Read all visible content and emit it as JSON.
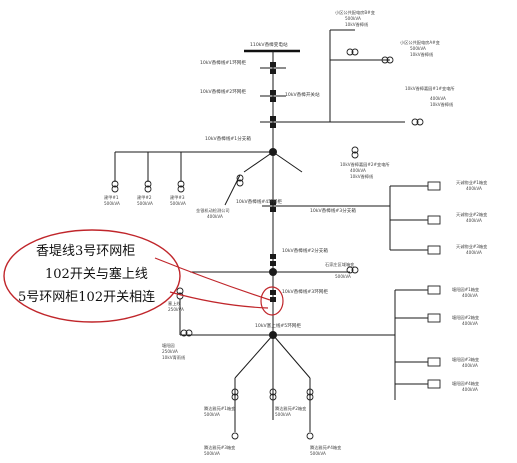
{
  "labels": {
    "substation_bus": "110kV香樟变电站",
    "ring1": "10kV香樟线#1环网柜",
    "ring2": "10kV香樟线#2环网柜",
    "open_station": "10kV香樟开关站",
    "branch1": "10kV香樟线#1分支箱",
    "ring3": "10kV香樟线#3环网柜",
    "ring4": "10kV香樟线#4环网柜",
    "branch2": "10kV香樟线#2分支箱",
    "branch3": "10kV香樟线#3分支箱",
    "ring5": "10kV塞上线#5环网柜",
    "xiaoqu_b": "小区公共配电房B#变",
    "xiaoqu_a": "小区公共配电房A#变",
    "xiaoqu_cap": "500kVA",
    "xiaoqu_line": "10kV香樟线",
    "jiyuan_tail": "10kV香樟线",
    "jiayuan1": "10kV香樟嘉园#1#变电所",
    "jiayuan2": "10kV香樟嘉园#2#变电所",
    "jiayuan_line": "10kV香樟线",
    "jiayuan_line2": "10kV香樟线",
    "jiayuan_cap": "400kVA",
    "tiancheng1": "天诚物业#1箱变",
    "tiancheng2": "天诚物业#2箱变",
    "tiancheng3": "天诚物业#3箱变",
    "tiancheng_cap": "400kVA",
    "jianjia1": "建甲#1",
    "jianjia2": "建甲#2",
    "jianjia3": "建甲#3",
    "jianjia_cap": "500kVA",
    "jinyin": "金银机动检测公司",
    "jinyin_cap": "400kVA",
    "shijiazhuang": "石家庄区域箱变",
    "shijiazhuang_cap": "500kVA",
    "saishang": "塞上线",
    "saishang_cap": "250kVA",
    "tangyang": "塘阳园",
    "tangyang_cap": "250kVA",
    "tangyang_line": "10kV青雨线",
    "tanghe1": "塘阳园#1箱变",
    "tanghe2": "塘阳园#2箱变",
    "tanghe3": "塘阳园#3箱变",
    "tanghe4": "塘阳园#4箱变",
    "tanghe_cap": "400kVA",
    "tengyuan1": "腾达雅苑#1箱变",
    "tengyuan2": "腾达雅苑#2箱变",
    "tengyuan3": "腾达雅苑#3箱变",
    "tengyuan4": "腾达雅苑#4箱变",
    "tengyuan_cap": "500kVA"
  },
  "callout": {
    "line1": "香堤线3号环网柜",
    "line2": "102开关与塞上线",
    "line3": "5号环网柜102开关相连"
  },
  "colors": {
    "accent": "#c0262b"
  }
}
